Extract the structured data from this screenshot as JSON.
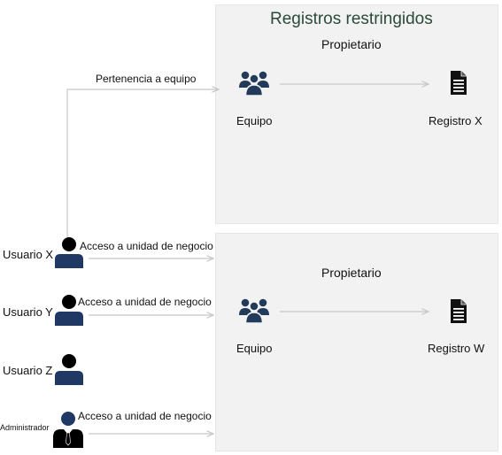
{
  "colors": {
    "panel_bg": "#f2f2f2",
    "title": "#2b4a3a",
    "icon_team": "#233b5a",
    "icon_user": "#1f3864",
    "connector": "#c8c8c8"
  },
  "top_panel": {
    "title": "Registros restringidos",
    "owner_label": "Propietario",
    "team_label": "Equipo",
    "record_label": "Registro X"
  },
  "bottom_panel": {
    "owner_label": "Propietario",
    "team_label": "Equipo",
    "record_label": "Registro W"
  },
  "edges": {
    "team_membership": "Pertenencia a equipo",
    "bu_access_x": "Acceso a unidad de negocio",
    "bu_access_y": "Acceso a unidad de negocio",
    "bu_access_admin": "Acceso a unidad de negocio"
  },
  "users": [
    {
      "label": "Usuario X",
      "icon": "user-icon"
    },
    {
      "label": "Usuario Y",
      "icon": "user-icon"
    },
    {
      "label": "Usuario Z",
      "icon": "user-icon"
    },
    {
      "label": "Administrador",
      "icon": "admin-icon"
    }
  ],
  "icons": {
    "team": "team-icon",
    "record": "document-icon"
  }
}
